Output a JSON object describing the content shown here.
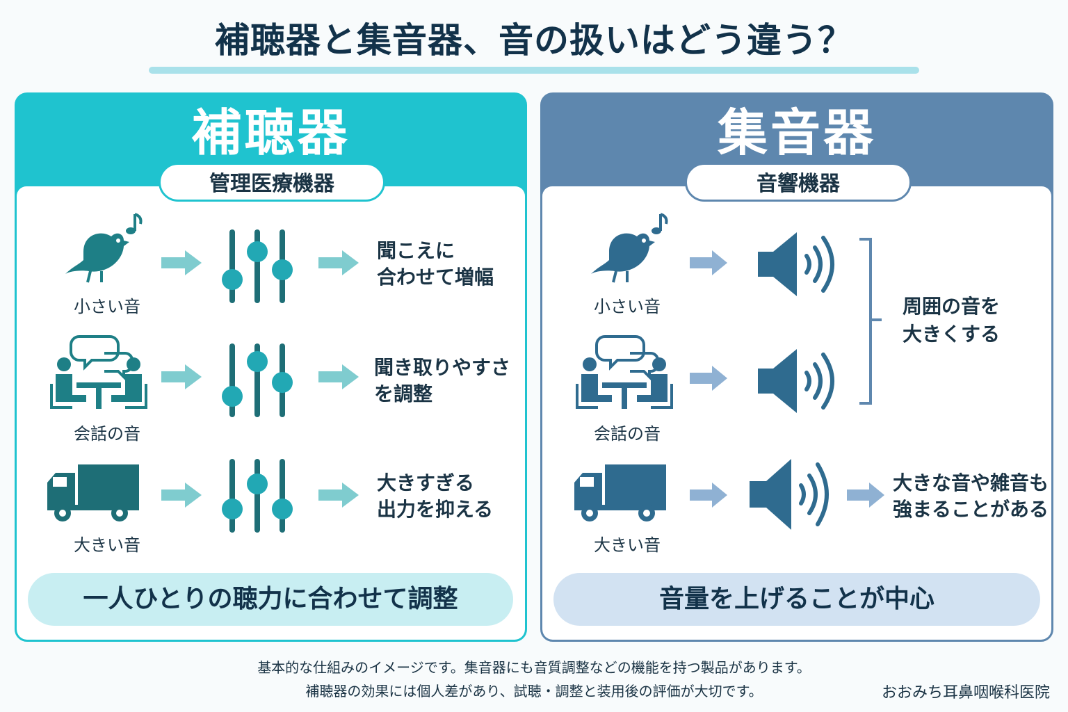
{
  "title": "補聴器と集音器、音の扱いはどう違う？",
  "left": {
    "name": "補聴器",
    "category": "管理医療機器",
    "rows": [
      {
        "source": "小さい音",
        "result_line1": "聞こえに",
        "result_line2": "合わせて増幅"
      },
      {
        "source": "会話の音",
        "result_line1": "聞き取りやすさ",
        "result_line2": "を調整"
      },
      {
        "source": "大きい音",
        "result_line1": "大きすぎる",
        "result_line2": "出力を抑える"
      }
    ],
    "summary": "一人ひとりの聴力に合わせて調整",
    "accent": "#1fc3cf",
    "icon_color": "#1e7f86"
  },
  "right": {
    "name": "集音器",
    "category": "音響機器",
    "rows": [
      {
        "source": "小さい音"
      },
      {
        "source": "会話の音"
      },
      {
        "source": "大きい音"
      }
    ],
    "bracket_line1": "周囲の音を",
    "bracket_line2": "大きくする",
    "loud_line1": "大きな音や雑音も",
    "loud_line2": "強まることがある",
    "summary": "音量を上げることが中心",
    "accent": "#5e87ae",
    "icon_color": "#2f6b8f"
  },
  "footer": {
    "line1": "基本的な仕組みのイメージです。集音器にも音質調整などの機能を持つ製品があります。",
    "line2": "補聴器の効果には個人差があり、試聴・調整と装用後の評価が大切です。",
    "clinic": "おおみち耳鼻咽喉科医院"
  }
}
